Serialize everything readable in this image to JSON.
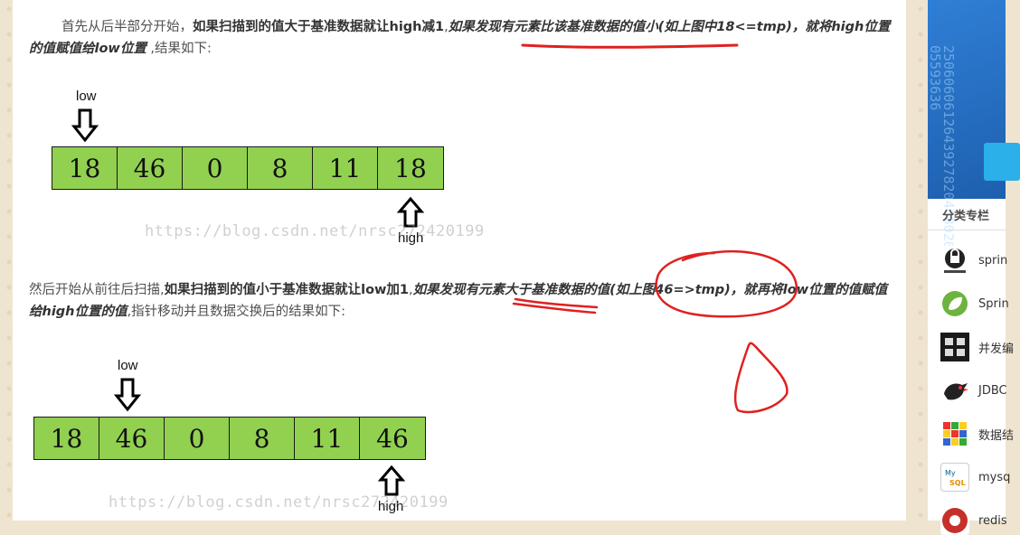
{
  "article": {
    "p1": {
      "t1": "首先从后半部分开始，",
      "t2": "如果扫描到的值大于基准数据就让high减1",
      "t3": ",",
      "t4": "如果发现有元素比该基准数据的值小(如上图中18<=tmp)，就将high位置的值赋值给low位置",
      "t5": " ,结果如下:"
    },
    "p2": {
      "t1": "然后开始从前往后扫描,",
      "t2": "如果扫描到的值小于基准数据就让low加1",
      "t3": ",",
      "t4": "如果发现有元素大于基准数据的值(如上图46=>tmp)，就再将low位置的值赋值给high位置的值",
      "t5": ",指针移动并且数据交换后的结果如下:"
    },
    "diagram1": {
      "low_label": "low",
      "high_label": "high",
      "values": [
        "18",
        "46",
        "0",
        "8",
        "11",
        "18"
      ],
      "watermark": "https://blog.csdn.net/nrsc272420199"
    },
    "diagram2": {
      "low_label": "low",
      "high_label": "high",
      "values": [
        "18",
        "46",
        "0",
        "8",
        "11",
        "46"
      ],
      "watermark": "https://blog.csdn.net/nrsc272420199"
    }
  },
  "sidebar": {
    "banner_digits": "2506060612643927820468020205593636",
    "section_title": "分类专栏",
    "items": [
      {
        "label": "sprin",
        "icon": "spring-security-icon"
      },
      {
        "label": "Sprin",
        "icon": "spring-leaf-icon"
      },
      {
        "label": "并发编",
        "icon": "concurrency-book-icon"
      },
      {
        "label": "JDBC",
        "icon": "bird-icon"
      },
      {
        "label": "数据结",
        "icon": "rubik-cube-icon"
      },
      {
        "label": "mysq",
        "icon": "mysql-icon"
      },
      {
        "label": "redis",
        "icon": "redis-icon"
      }
    ]
  },
  "colors": {
    "cell_fill": "#92d050",
    "annotation_red": "#e02020",
    "text": "#4f4f4f"
  }
}
